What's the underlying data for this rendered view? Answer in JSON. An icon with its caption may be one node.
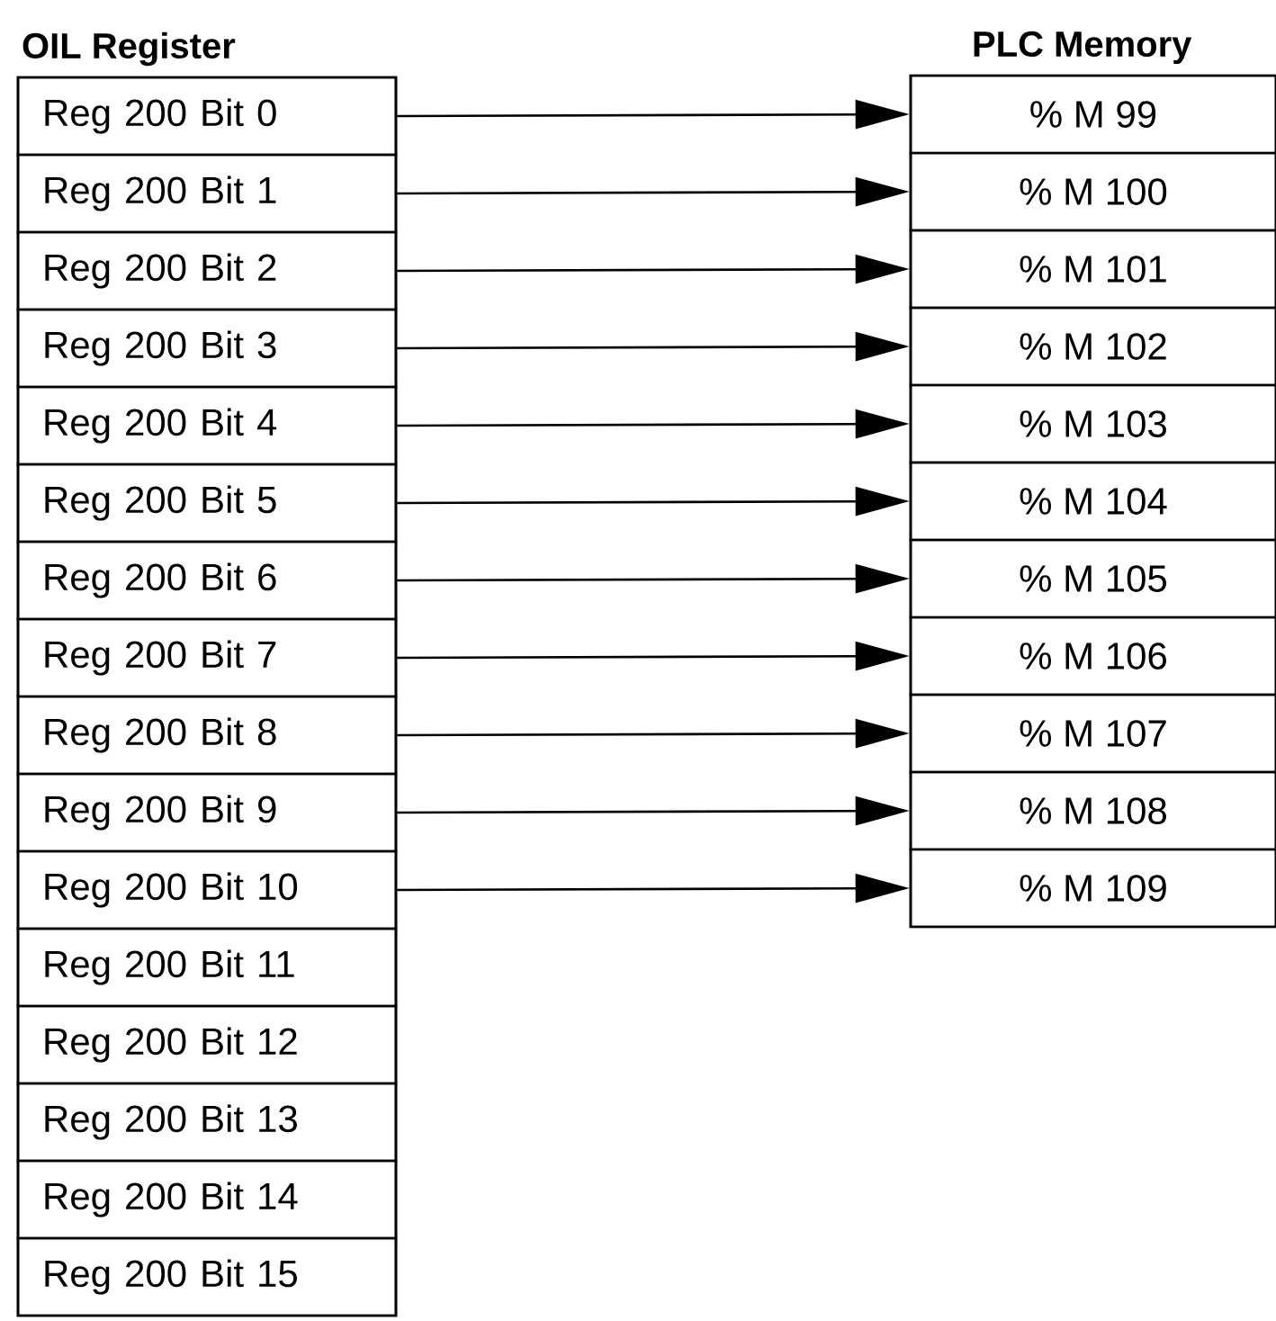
{
  "diagram": {
    "nodes": [
      {
        "text": [
          "OIL Register"
        ]
      },
      {
        "text": [
          "Reg 200 Bit 0"
        ],
        "in": 0
      },
      {
        "text": [
          "Reg 200 Bit 1"
        ],
        "in": 0
      },
      {
        "text": [
          "Reg 200 Bit 2"
        ],
        "in": 0
      },
      {
        "text": [
          "Reg 200 Bit 3"
        ],
        "in": 0
      },
      {
        "text": [
          "Reg 200 Bit 4"
        ],
        "in": 0
      },
      {
        "text": [
          "Reg 200 Bit 5"
        ],
        "in": 0
      },
      {
        "text": [
          "Reg 200 Bit 6"
        ],
        "in": 0
      },
      {
        "text": [
          "Reg 200 Bit 7"
        ],
        "in": 0
      },
      {
        "text": [
          "Reg 200 Bit 8"
        ],
        "in": 0
      },
      {
        "text": [
          "Reg 200 Bit 9"
        ],
        "in": 0
      },
      {
        "text": [
          "Reg 200 Bit 10"
        ],
        "in": 0
      },
      {
        "text": [
          "Reg 200 Bit 11"
        ],
        "in": 0
      },
      {
        "text": [
          "Reg 200 Bit 12"
        ],
        "in": 0
      },
      {
        "text": [
          "Reg 200 Bit 13"
        ],
        "in": 0
      },
      {
        "text": [
          "Reg 200 Bit 14"
        ],
        "in": 0
      },
      {
        "text": [
          "Reg 200 Bit 15"
        ],
        "in": 0
      },
      {
        "text": [
          "PLC Memory"
        ]
      },
      {
        "text": [
          "% M 99"
        ],
        "in": 17
      },
      {
        "text": [
          "% M 100"
        ],
        "in": 17
      },
      {
        "text": [
          "% M 101"
        ],
        "in": 17
      },
      {
        "text": [
          "% M 102"
        ],
        "in": 17
      },
      {
        "text": [
          "% M 103"
        ],
        "in": 17
      },
      {
        "text": [
          "% M 104"
        ],
        "in": 17
      },
      {
        "text": [
          "% M 105"
        ],
        "in": 17
      },
      {
        "text": [
          "% M 106"
        ],
        "in": 17
      },
      {
        "text": [
          "% M 107"
        ],
        "in": 17
      },
      {
        "text": [
          "% M 108"
        ],
        "in": 17
      },
      {
        "text": [
          "% M 109"
        ],
        "in": 17
      }
    ],
    "edges": [
      {
        "from": 1,
        "to": 18,
        "arrow": "to"
      },
      {
        "from": 2,
        "to": 19,
        "arrow": "to"
      },
      {
        "from": 3,
        "to": 20,
        "arrow": "to"
      },
      {
        "from": 4,
        "to": 21,
        "arrow": "to"
      },
      {
        "from": 5,
        "to": 22,
        "arrow": "to"
      },
      {
        "from": 6,
        "to": 23,
        "arrow": "to"
      },
      {
        "from": 7,
        "to": 24,
        "arrow": "to"
      },
      {
        "from": 8,
        "to": 25,
        "arrow": "to"
      },
      {
        "from": 9,
        "to": 26,
        "arrow": "to"
      },
      {
        "from": 10,
        "to": 27,
        "arrow": "to"
      },
      {
        "from": 11,
        "to": 28,
        "arrow": "to"
      }
    ]
  }
}
